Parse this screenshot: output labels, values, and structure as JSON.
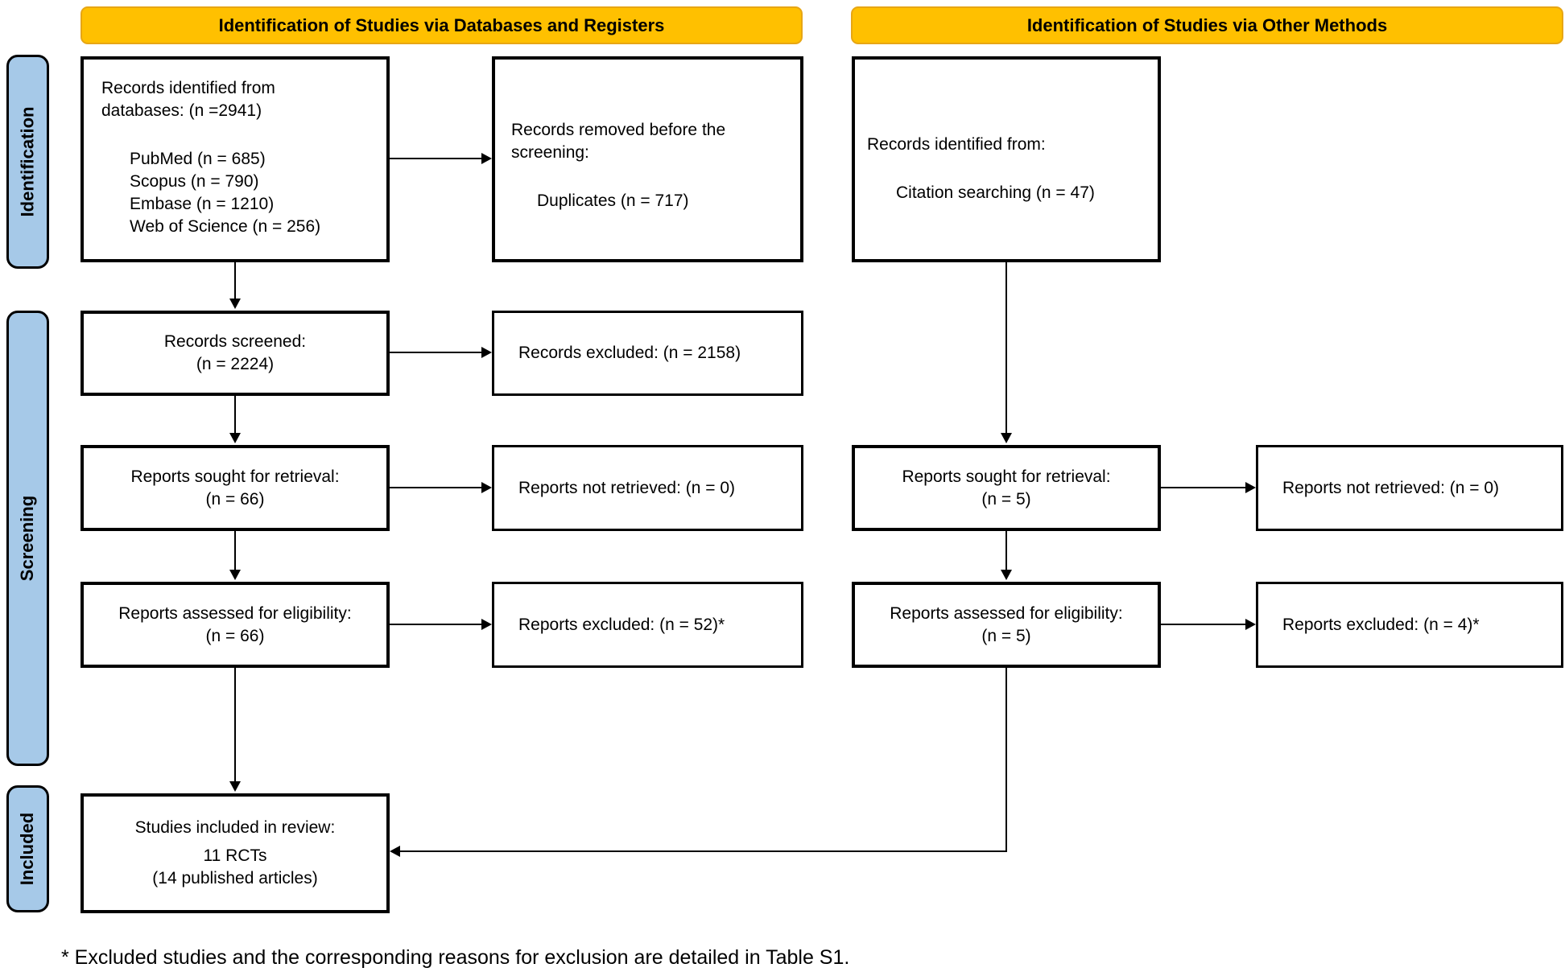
{
  "headers": {
    "databases": "Identification of Studies via Databases and Registers",
    "other": "Identification of Studies via Other Methods"
  },
  "stages": {
    "identification": "Identification",
    "screening": "Screening",
    "included": "Included"
  },
  "colors": {
    "header_fill": "#FFC000",
    "header_border": "#E7A614",
    "stage_fill": "#A6C9E8",
    "box_border": "#000000"
  },
  "boxes": {
    "db_identified": {
      "lines": [
        "Records identified from",
        "databases: (n =2941)"
      ],
      "items": [
        "PubMed (n = 685)",
        "Scopus (n = 790)",
        "Embase (n = 1210)",
        "Web of Science (n = 256)"
      ]
    },
    "records_removed": {
      "lines": [
        "Records removed before the",
        "screening:"
      ],
      "items": [
        "Duplicates (n = 717)"
      ]
    },
    "other_identified": {
      "lines": [
        "Records identified from:"
      ],
      "items": [
        "Citation searching (n = 47)"
      ]
    },
    "records_screened": {
      "lines": [
        "Records screened:",
        "(n = 2224)"
      ]
    },
    "records_excluded": {
      "label": "Records excluded: (n = 2158)"
    },
    "reports_sought_db": {
      "lines": [
        "Reports sought for retrieval:",
        "(n = 66)"
      ]
    },
    "reports_not_retrieved_db": {
      "label": "Reports not retrieved: (n = 0)"
    },
    "reports_assessed_db": {
      "lines": [
        "Reports assessed for eligibility:",
        "(n = 66)"
      ]
    },
    "reports_excluded_db": {
      "label": "Reports excluded: (n = 52)*"
    },
    "reports_sought_other": {
      "lines": [
        "Reports sought for retrieval:",
        "(n = 5)"
      ]
    },
    "reports_not_retrieved_other": {
      "label": "Reports not retrieved: (n = 0)"
    },
    "reports_assessed_other": {
      "lines": [
        "Reports assessed for eligibility:",
        "(n = 5)"
      ]
    },
    "reports_excluded_other": {
      "label": "Reports excluded: (n = 4)*"
    },
    "included": {
      "title": "Studies included in review:",
      "lines": [
        "11 RCTs",
        "(14 published articles)"
      ]
    }
  },
  "footnote": "* Excluded studies and the corresponding reasons for exclusion are detailed in Table S1."
}
